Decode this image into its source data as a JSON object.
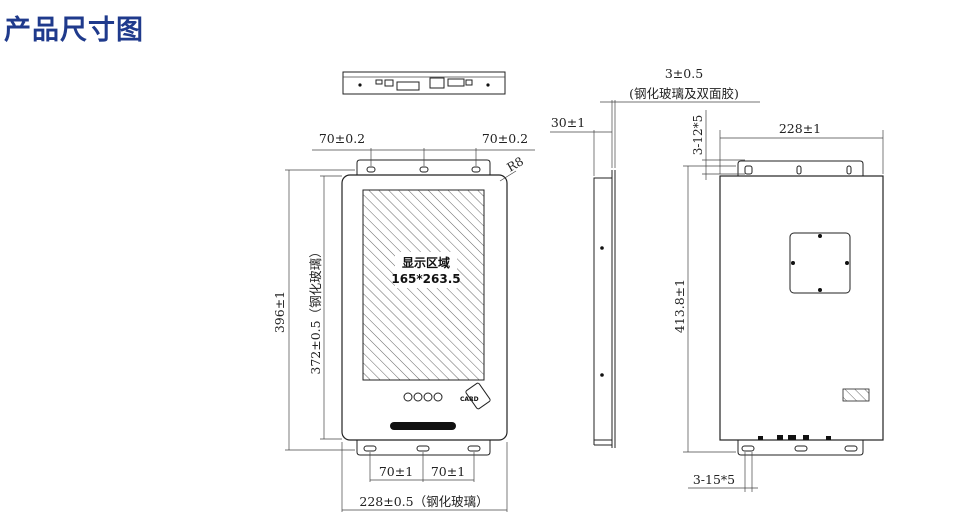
{
  "title": "产品尺寸图",
  "front": {
    "display_area_label": "显示区域",
    "display_area_size": "165*263.5",
    "top_spacing_left": "70±0.2",
    "top_spacing_right": "70±0.2",
    "corner_radius": "R8",
    "outer_height": "396±1",
    "glass_height": "372±0.5（钢化玻璃）",
    "bottom_spacing_left": "70±1",
    "bottom_spacing_right": "70±1",
    "glass_width": "228±0.5（钢化玻璃）",
    "card_icon_text": "CARD"
  },
  "side": {
    "glass_thickness": "3±0.5",
    "glass_note": "(钢化玻璃及双面胶)",
    "depth": "30±1"
  },
  "back": {
    "top_hole": "3-12*5",
    "width": "228±1",
    "height": "413.8±1",
    "bottom_hole": "3-15*5"
  }
}
